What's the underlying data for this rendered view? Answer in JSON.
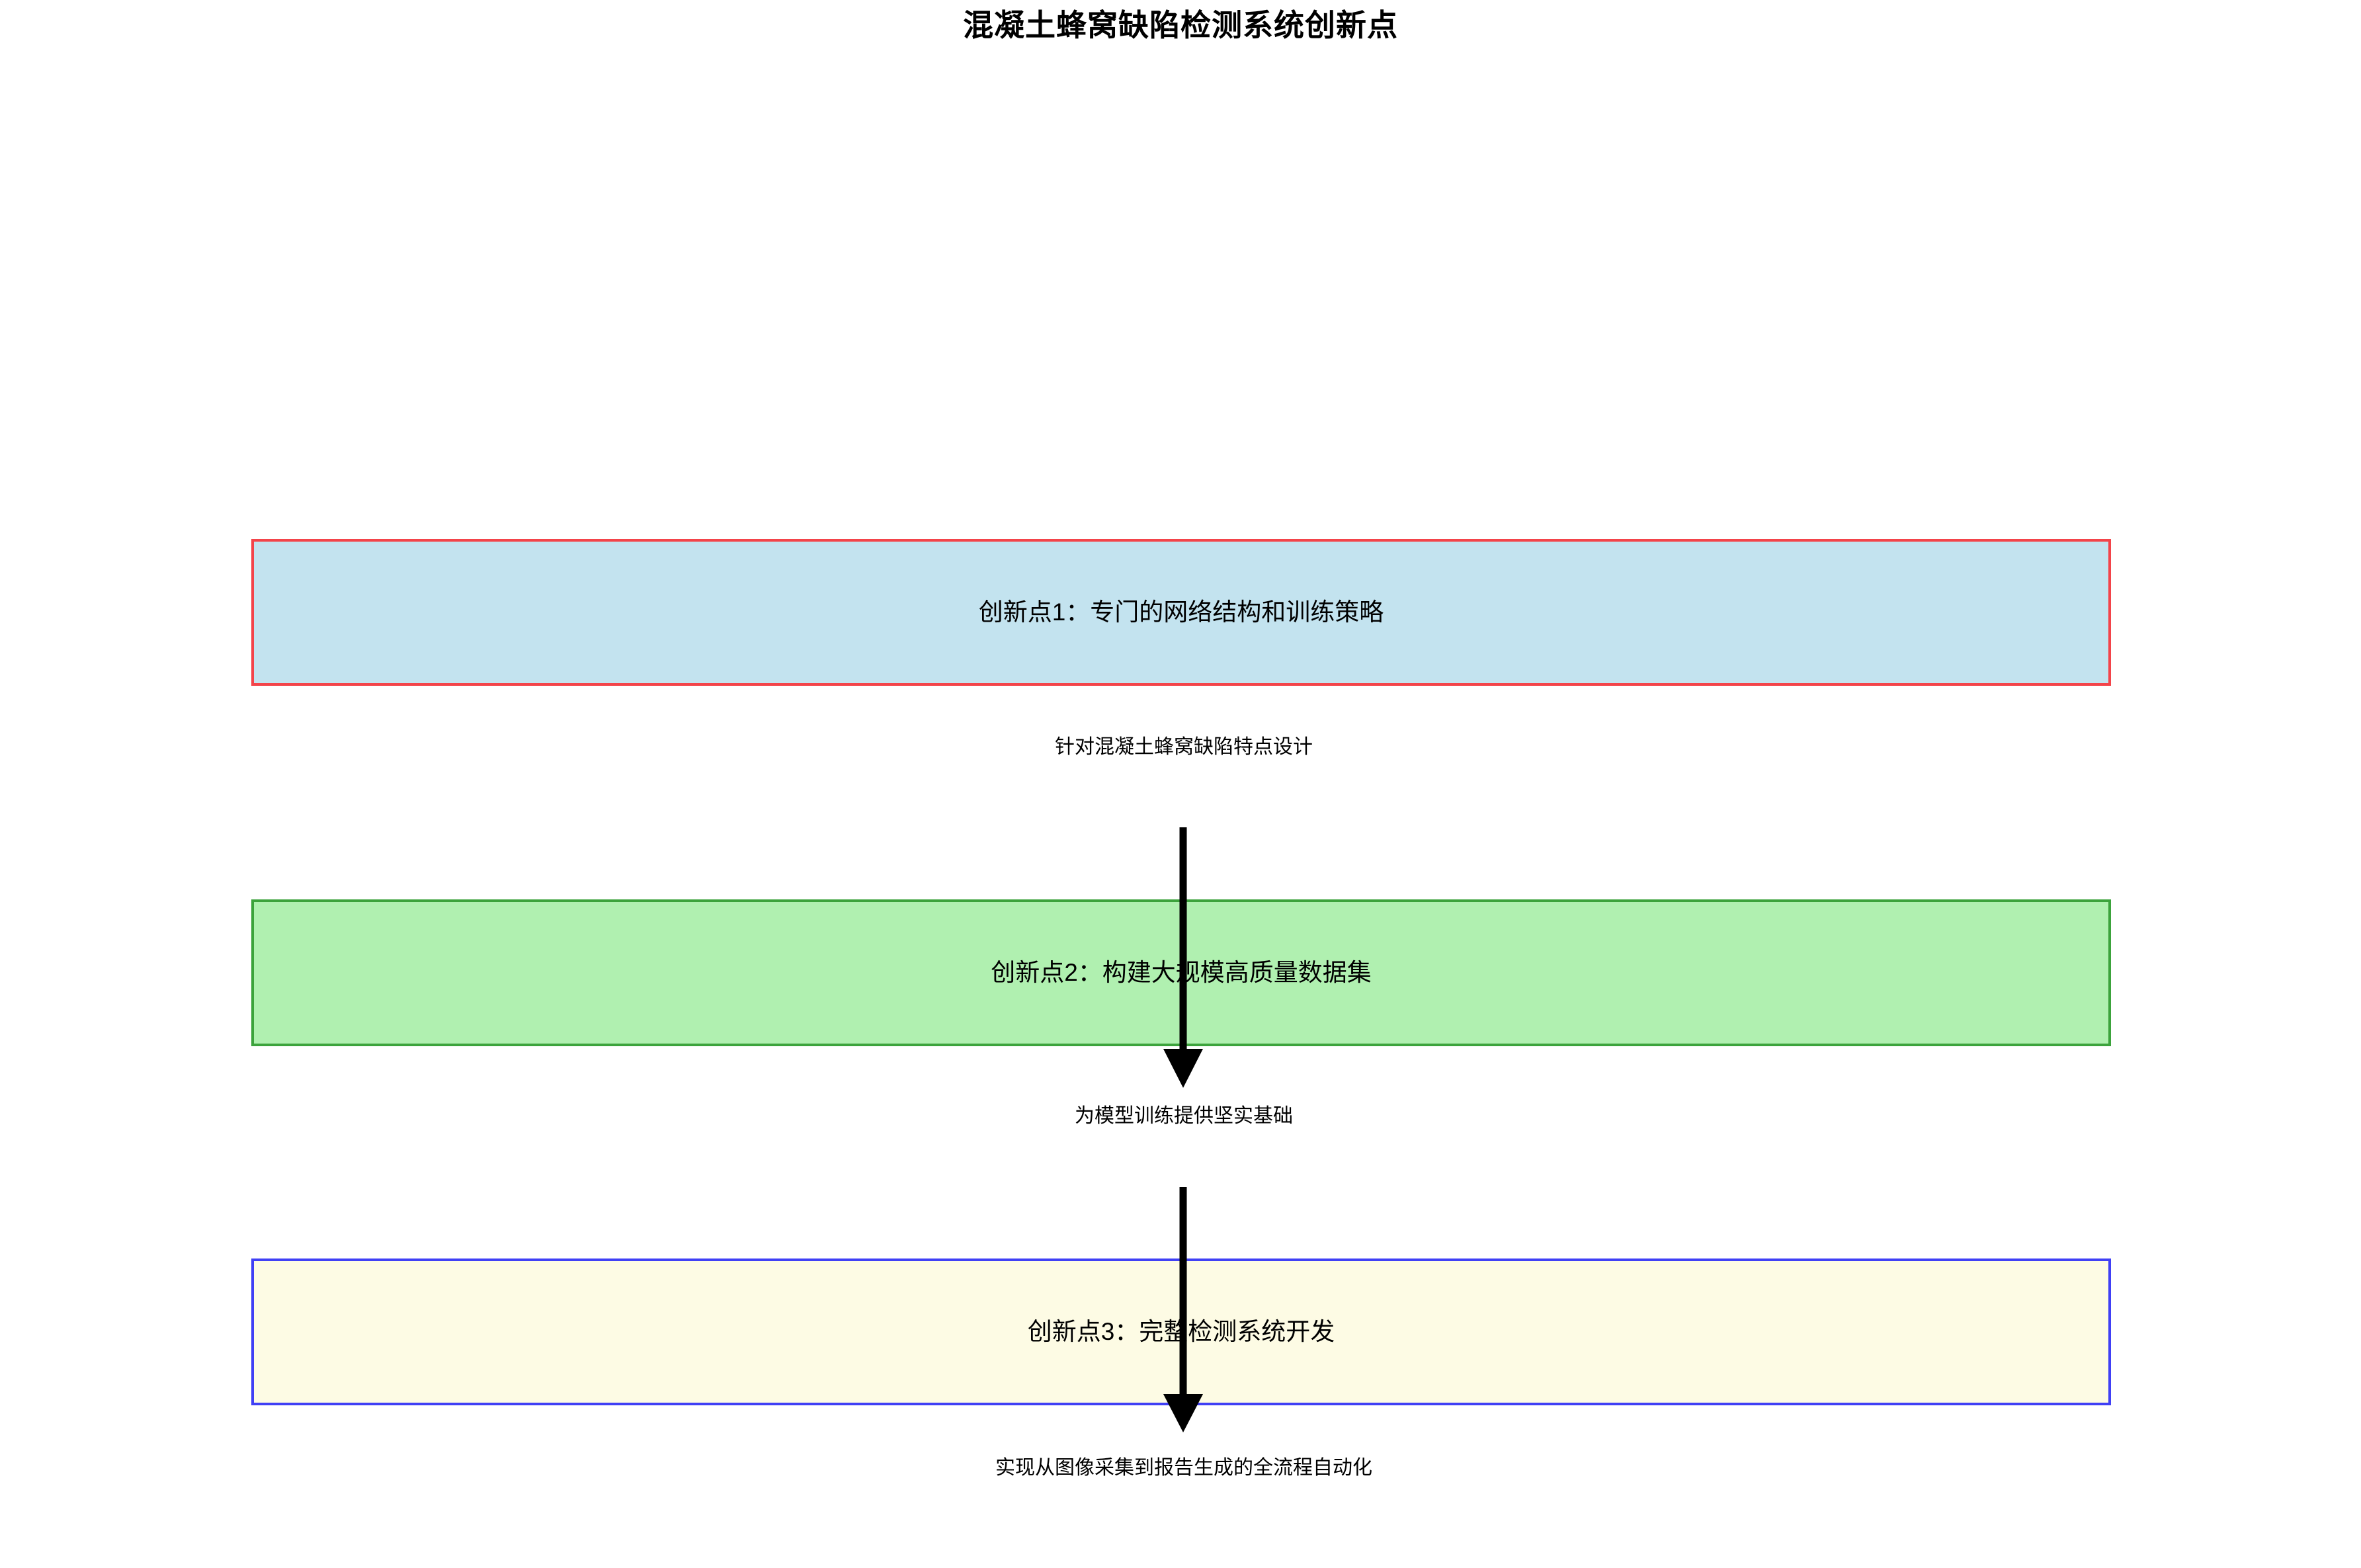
{
  "diagram": {
    "title": "混凝土蜂窝缺陷检测系统创新点",
    "type": "flowchart",
    "direction": "top-down",
    "background_color": "#ffffff",
    "nodes": [
      {
        "id": "node-1",
        "label": "创新点1：专门的网络结构和训练策略",
        "fill_color": "#C3E3EF",
        "border_color": "#F3444A"
      },
      {
        "id": "node-2",
        "label": "创新点2：构建大规模高质量数据集",
        "fill_color": "#B0F0B0",
        "border_color": "#3CA33C"
      },
      {
        "id": "node-3",
        "label": "创新点3：完整检测系统开发",
        "fill_color": "#FDFBE4",
        "border_color": "#4040F5"
      }
    ],
    "edges": [
      {
        "id": "edge-1",
        "from": "node-1",
        "to": "node-2",
        "label": "针对混凝土蜂窝缺陷特点设计",
        "color": "#000000"
      },
      {
        "id": "edge-2",
        "from": "node-2",
        "to": "node-3",
        "label": "为模型训练提供坚实基础",
        "color": "#000000"
      },
      {
        "id": "edge-3",
        "from": "node-3",
        "to": "outcome",
        "label": "实现从图像采集到报告生成的全流程自动化",
        "color": "#000000"
      }
    ]
  }
}
